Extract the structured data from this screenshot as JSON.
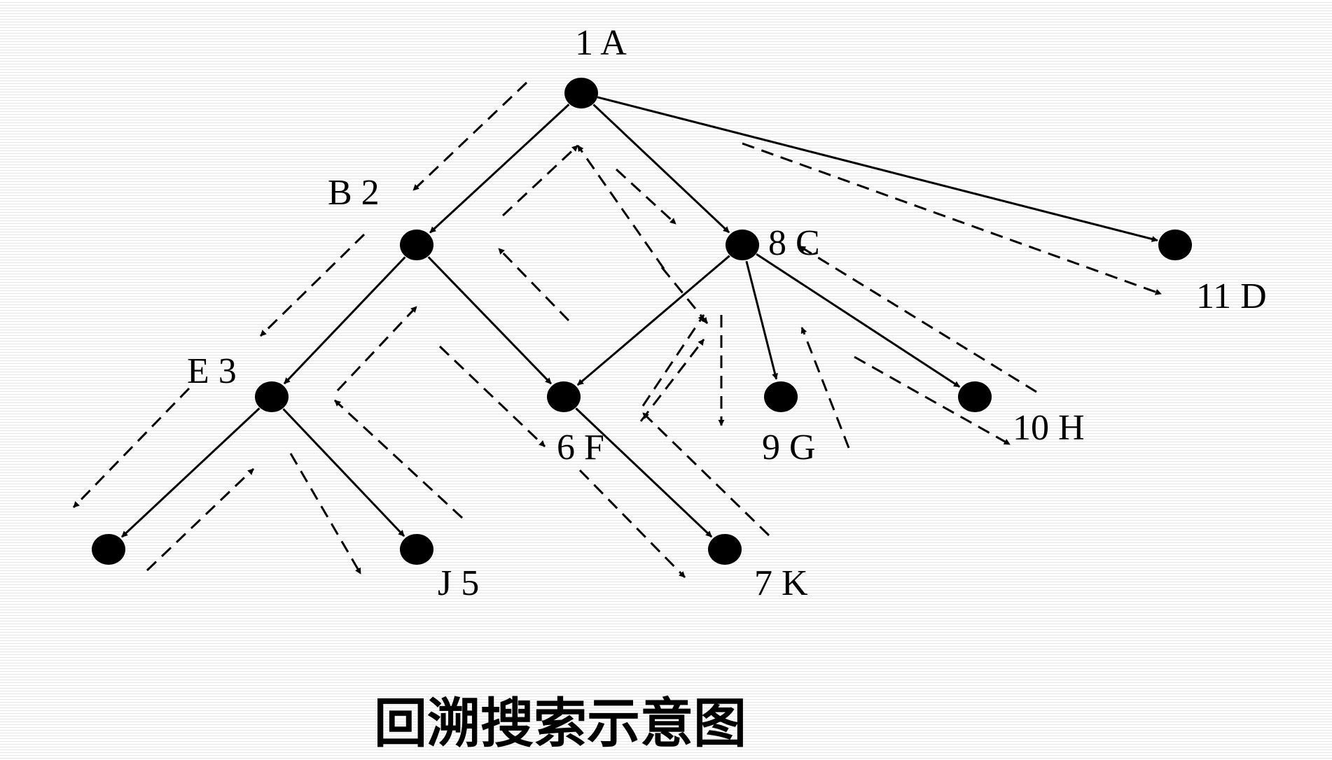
{
  "diagram": {
    "caption": "回溯搜索示意图",
    "nodes": [
      {
        "id": "A",
        "label": "1  A"
      },
      {
        "id": "B",
        "label": "B  2"
      },
      {
        "id": "C",
        "label": "8  C"
      },
      {
        "id": "D",
        "label": "11  D"
      },
      {
        "id": "E",
        "label": "E  3"
      },
      {
        "id": "F",
        "label": "6  F"
      },
      {
        "id": "G",
        "label": "9  G"
      },
      {
        "id": "H",
        "label": "10  H"
      },
      {
        "id": "I",
        "label": ""
      },
      {
        "id": "J",
        "label": "J  5"
      },
      {
        "id": "K",
        "label": "7  K"
      }
    ],
    "tree_edges": [
      [
        "A",
        "B"
      ],
      [
        "A",
        "C"
      ],
      [
        "A",
        "D"
      ],
      [
        "B",
        "E"
      ],
      [
        "B",
        "F"
      ],
      [
        "C",
        "F"
      ],
      [
        "C",
        "G"
      ],
      [
        "C",
        "H"
      ],
      [
        "E",
        "I"
      ],
      [
        "E",
        "J"
      ],
      [
        "F",
        "K"
      ]
    ],
    "colors": {
      "ink": "#000000",
      "background": "#ffffff"
    }
  }
}
